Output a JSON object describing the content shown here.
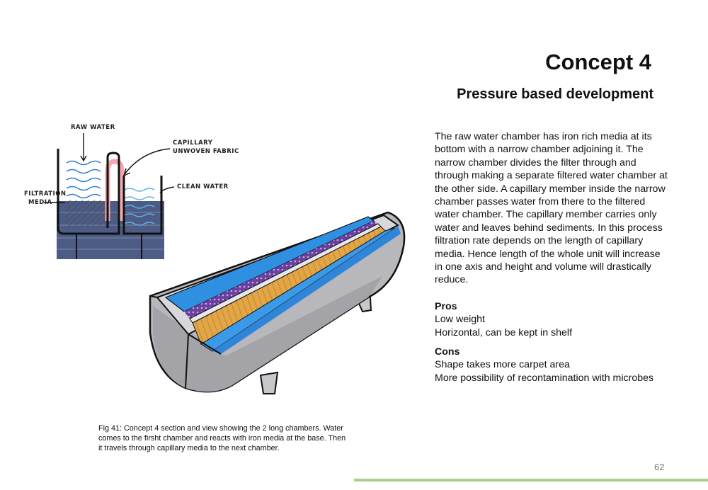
{
  "page": {
    "title": "Concept 4",
    "subtitle": "Pressure based development",
    "description": "The raw water chamber has iron rich media at its bottom with a narrow chamber adjoining it. The narrow chamber divides the filter through and through making a separate filtered water chamber at the other side. A capillary member inside the narrow chamber passes water from there to the filtered water chamber. The capillary member carries only water and leaves behind sediments. In this  process filtration rate depends on the length of capillary media. Hence length of the whole unit will increase in one axis  and height and volume will drastically reduce.",
    "pros": {
      "heading": "Pros",
      "items": [
        "Low weight",
        "Horizontal, can be kept in shelf"
      ]
    },
    "cons": {
      "heading": "Cons",
      "items": [
        "Shape takes more carpet area",
        "More possibility of recontamination with microbes"
      ]
    },
    "caption": "Fig 41: Concept 4  section and view showing the 2 long chambers. Water comes to the firsht chamber and reacts with iron media at the base. Then it travels through capillary media to the next chamber.",
    "page_number": "62"
  },
  "sketch": {
    "labels": {
      "raw_water": "RAW WATER",
      "capillary_1": "CAPILLARY",
      "capillary_2": "UNWOVEN FABRIC",
      "clean_water": "CLEAN WATER",
      "filtration_1": "FILTRATION",
      "filtration_2": "MEDIA"
    }
  },
  "colors": {
    "water_blue": "#2f8fe0",
    "media_purple": "#6a3fa0",
    "capillary_orange": "#e0a040",
    "capillary_pink": "#f2a8b0",
    "base_navy": "#3a4a78",
    "tank_grey": "#b8b8bc",
    "footer_green": "#a9cf8c"
  }
}
